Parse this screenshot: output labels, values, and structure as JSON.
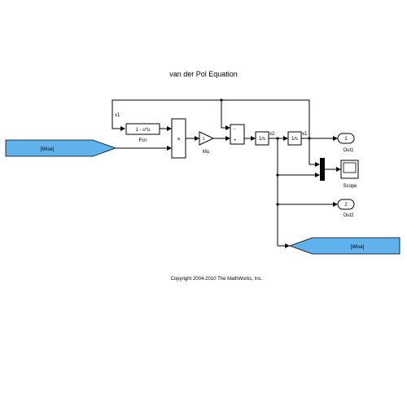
{
  "title": "van der Pol Equation",
  "copyright": "Copyright 2004-2010 The MathWorks, Inc.",
  "blocks": {
    "goto_tag": "[Wise]",
    "from_tag": "[Wise]",
    "fcn_expr": "1 - u*u",
    "fcn_name": "Fcn",
    "product_symbol": "×",
    "gain_value": "1",
    "gain_name": "Mu",
    "sum_sign_top": "-",
    "sum_sign_bottom": "+",
    "integrator1": "1/s",
    "integrator2": "1/s",
    "scope_name": "Scope",
    "out1_number": "1",
    "out1_name": "Out1",
    "out2_number": "2",
    "out2_name": "Out2"
  },
  "signals": {
    "x1_feedback": "x1",
    "x2": "x2",
    "x1": "x1"
  },
  "colors": {
    "tag_fill": "#5fb2ec",
    "line": "#000000",
    "background": "#ffffff"
  }
}
